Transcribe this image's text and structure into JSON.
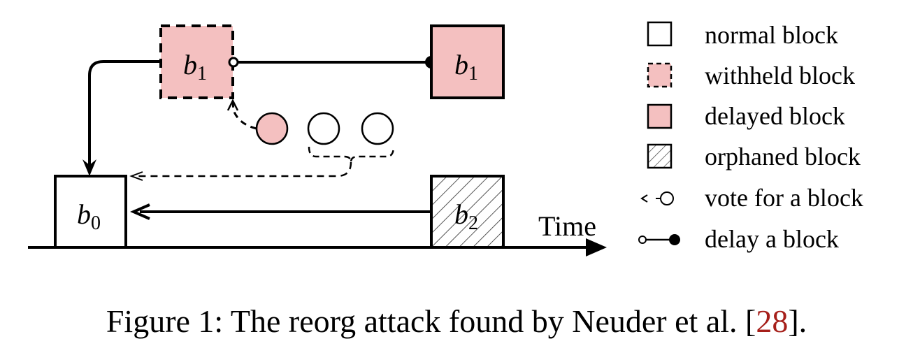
{
  "colors": {
    "block_fill_pink": "#f4c0c0",
    "stroke": "#000000",
    "ref_link": "#a61f1a"
  },
  "diagram": {
    "blocks": {
      "b1_withheld": {
        "base": "b",
        "sub": "1",
        "kind": "withheld block"
      },
      "b1_delayed": {
        "base": "b",
        "sub": "1",
        "kind": "delayed block"
      },
      "b0": {
        "base": "b",
        "sub": "0",
        "kind": "normal block"
      },
      "b2": {
        "base": "b",
        "sub": "2",
        "kind": "orphaned block"
      }
    },
    "validators": [
      {
        "kind": "adversarial",
        "fill": "pink"
      },
      {
        "kind": "honest",
        "fill": "white"
      },
      {
        "kind": "honest",
        "fill": "white"
      }
    ],
    "time_axis_label": "Time"
  },
  "legend": {
    "items": [
      {
        "icon": "normal-block-icon",
        "label": "normal block"
      },
      {
        "icon": "withheld-block-icon",
        "label": "withheld block"
      },
      {
        "icon": "delayed-block-icon",
        "label": "delayed block"
      },
      {
        "icon": "orphaned-block-icon",
        "label": "orphaned block"
      },
      {
        "icon": "vote-arrow-icon",
        "label": "vote for a block"
      },
      {
        "icon": "delay-connector-icon",
        "label": "delay a block"
      }
    ]
  },
  "caption": {
    "prefix": "Figure 1: The reorg attack found by Neuder et al. [",
    "ref": "28",
    "suffix": "]."
  }
}
